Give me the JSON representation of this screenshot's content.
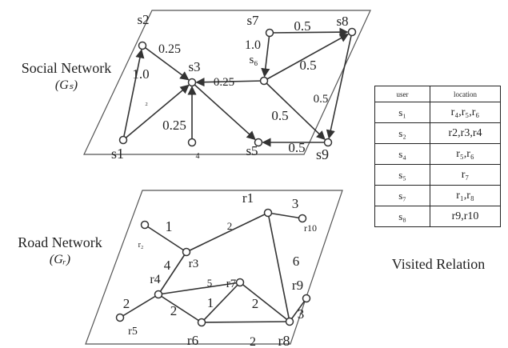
{
  "social_label": {
    "line1": "Social Network",
    "line2": "(Gₛ)"
  },
  "road_label": {
    "line1": "Road Network",
    "line2": "(Gᵣ)"
  },
  "social_nodes": [
    {
      "id": "s2",
      "label": "s2"
    },
    {
      "id": "s7",
      "label": "s7"
    },
    {
      "id": "s8",
      "label": "s8"
    },
    {
      "id": "s3",
      "label": "s3"
    },
    {
      "id": "s6",
      "label": "s₆"
    },
    {
      "id": "s1",
      "label": "s1"
    },
    {
      "id": "s4",
      "label": "4"
    },
    {
      "id": "s5",
      "label": "s5"
    },
    {
      "id": "s9",
      "label": "s9"
    }
  ],
  "social_edges": [
    {
      "from": "s1",
      "to": "s2",
      "weight": "1.0"
    },
    {
      "from": "s2",
      "to": "s3",
      "weight": "0.25"
    },
    {
      "from": "s1",
      "to": "s3",
      "weight": "₂"
    },
    {
      "from": "s4",
      "to": "s3",
      "weight": "0.25"
    },
    {
      "from": "s6",
      "to": "s3",
      "weight": "0.25"
    },
    {
      "from": "s3",
      "to": "s5",
      "weight": ""
    },
    {
      "from": "s7",
      "to": "s8",
      "weight": "0.5"
    },
    {
      "from": "s7",
      "to": "s6",
      "weight": "1.0"
    },
    {
      "from": "s6",
      "to": "s8",
      "weight": "0.5"
    },
    {
      "from": "s8",
      "to": "s9",
      "weight": "0.5"
    },
    {
      "from": "s6",
      "to": "s9",
      "weight": "0.5"
    },
    {
      "from": "s9",
      "to": "s5",
      "weight": "0.5"
    }
  ],
  "road_nodes": [
    {
      "id": "r1",
      "label": "r1"
    },
    {
      "id": "r10",
      "label": "r10"
    },
    {
      "id": "r2",
      "label": "r₂"
    },
    {
      "id": "r3",
      "label": "r3"
    },
    {
      "id": "r4",
      "label": "r4"
    },
    {
      "id": "r7",
      "label": "r7"
    },
    {
      "id": "r9",
      "label": "r9"
    },
    {
      "id": "r5",
      "label": "r5"
    },
    {
      "id": "r6",
      "label": "r6"
    },
    {
      "id": "r8",
      "label": "r8"
    }
  ],
  "road_edges": [
    {
      "from": "r2",
      "to": "r3",
      "weight": "1"
    },
    {
      "from": "r3",
      "to": "r1",
      "weight": "2"
    },
    {
      "from": "r1",
      "to": "r10",
      "weight": "3"
    },
    {
      "from": "r1",
      "to": "r8",
      "weight": "6"
    },
    {
      "from": "r3",
      "to": "r4",
      "weight": "4"
    },
    {
      "from": "r4",
      "to": "r7",
      "weight": "5"
    },
    {
      "from": "r4",
      "to": "r5",
      "weight": "2"
    },
    {
      "from": "r4",
      "to": "r6",
      "weight": "2"
    },
    {
      "from": "r6",
      "to": "r7",
      "weight": "1"
    },
    {
      "from": "r7",
      "to": "r8",
      "weight": "2"
    },
    {
      "from": "r6",
      "to": "r8",
      "weight": "2"
    },
    {
      "from": "r8",
      "to": "r9",
      "weight": "3"
    }
  ],
  "relation_table": {
    "headers": [
      "user",
      "location"
    ],
    "rows": [
      {
        "user": "s₁",
        "location": "r₄,r₅,r₆"
      },
      {
        "user": "s₂",
        "location": "r2,r3,r4"
      },
      {
        "user": "s₄",
        "location": "r₅,r₆"
      },
      {
        "user": "s₅",
        "location": "r₇"
      },
      {
        "user": "s₇",
        "location": "r₁,r₈"
      },
      {
        "user": "s₈",
        "location": "r9,r10"
      }
    ],
    "caption": "Visited Relation"
  }
}
